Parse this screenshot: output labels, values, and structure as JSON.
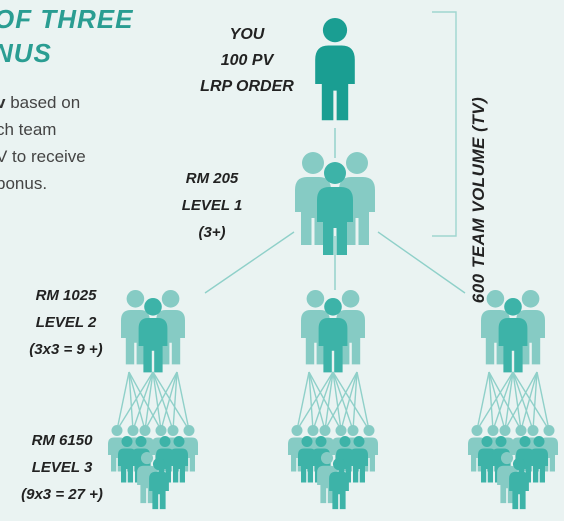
{
  "header": {
    "title_line1": "OF THREE",
    "title_line2": "NUS",
    "body_line1_bold": "v",
    "body_line1_rest": " based on",
    "body_line2": "ch team",
    "body_line3": "V to receive",
    "body_line4": "bonus."
  },
  "you": {
    "line1": "YOU",
    "line2": "100 PV",
    "line3": "LRP ORDER"
  },
  "level1": {
    "line1": "RM 205",
    "line2": "LEVEL 1",
    "line3": "(3+)"
  },
  "level2": {
    "line1": "RM 1025",
    "line2": "LEVEL 2",
    "line3": "(3x3 = 9 +)"
  },
  "level3": {
    "line1": "RM 6150",
    "line2": "LEVEL 3",
    "line3": "(9x3 = 27 +)"
  },
  "team_volume_label": "600 TEAM VOLUME (TV)",
  "colors": {
    "background": "#eaf3f2",
    "teal_dark": "#1a9e92",
    "teal_mid": "#3db3a8",
    "teal_light": "#86cbc4",
    "title": "#2a9d92",
    "connector": "#8fd0c9"
  }
}
